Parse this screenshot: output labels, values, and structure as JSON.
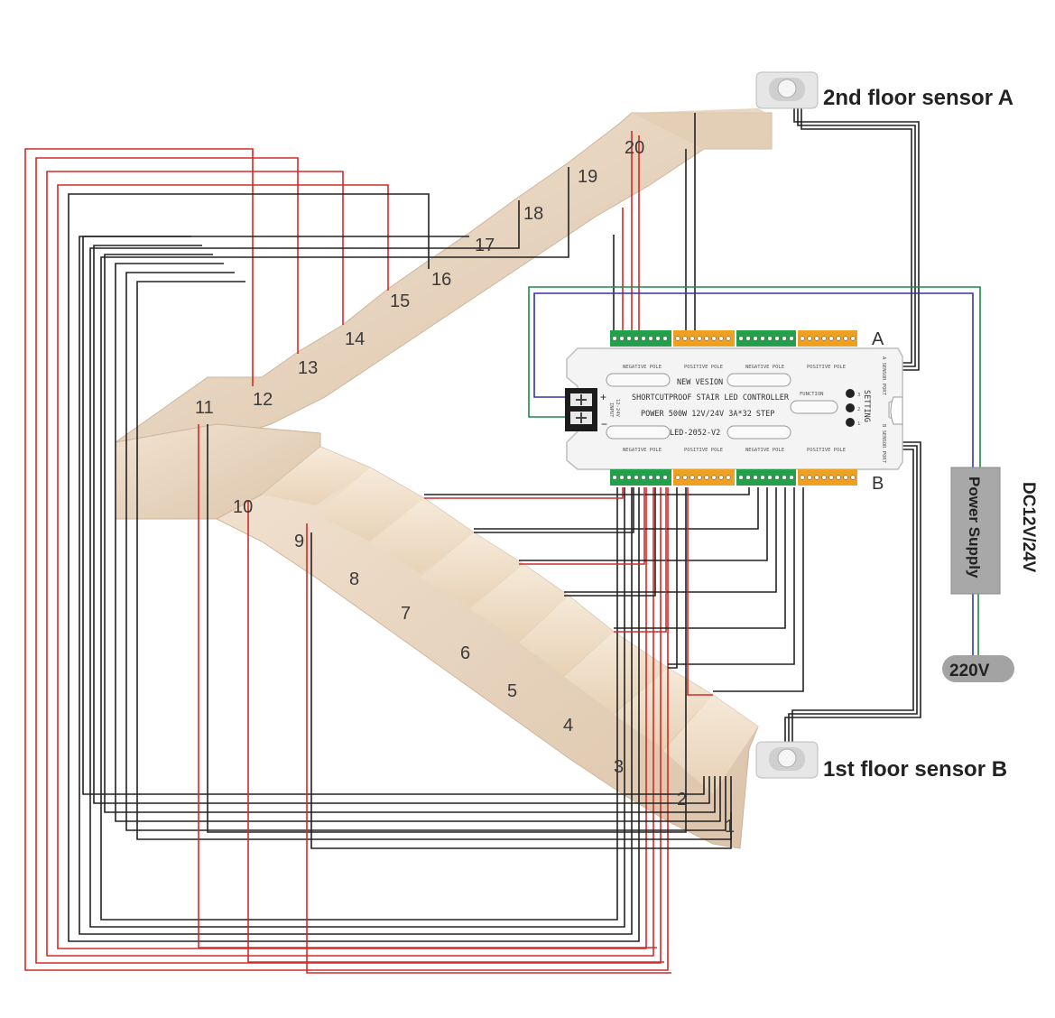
{
  "sensors": {
    "top_label": "2nd floor sensor A",
    "bottom_label": "1st floor sensor B"
  },
  "controller": {
    "side_a": "A",
    "side_b": "B",
    "line1": "NEW VESION",
    "line2": "SHORTCUTPROOF STAIR LED CONTROLLER",
    "line3": "POWER 500W 12V/24V 3A*32 STEP",
    "model": "LED-2052-V2",
    "function_label": "FUNCTION",
    "setting_label": "SETTING",
    "input_label": "INPUT",
    "input_voltage": "12-24V",
    "plus": "+",
    "minus": "−",
    "top_pole_labels": [
      "NEGATIVE POLE",
      "POSITIVE POLE",
      "NEGATIVE POLE",
      "POSITIVE POLE"
    ],
    "bottom_pole_labels": [
      "NEGATIVE POLE",
      "POSITIVE POLE",
      "NEGATIVE POLE",
      "POSITIVE POLE"
    ],
    "sensor_port_a": "A SENSOR PORT",
    "sensor_port_b": "B SENSOR PORT",
    "setting_marks": [
      "3",
      "2",
      "1"
    ]
  },
  "power_supply": {
    "label": "Power Supply",
    "dc_label": "DC12V/24V",
    "ac_label": "220V"
  },
  "steps": [
    "1",
    "2",
    "3",
    "4",
    "5",
    "6",
    "7",
    "8",
    "9",
    "10",
    "11",
    "12",
    "13",
    "14",
    "15",
    "16",
    "17",
    "18",
    "19",
    "20"
  ],
  "colors": {
    "red_wire": "#d42a2a",
    "black_wire": "#222222",
    "blue_wire": "#3333aa",
    "green_wire": "#1e8a4a",
    "terminal_green": "#22a04a",
    "terminal_orange": "#f0a020",
    "stone": "#ead8c4",
    "stone_dark": "#d9c0a6",
    "psu": "#a8a8a8"
  }
}
